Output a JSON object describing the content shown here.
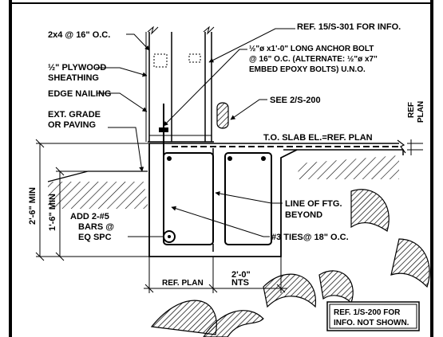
{
  "labels": {
    "stud": "2x4 @ 16\" O.C.",
    "ref_info": "REF. 15/S-301 FOR INFO.",
    "anchor_1": "½\"ø x1'-0\" LONG ANCHOR BOLT",
    "anchor_2": "@ 16\" O.C. (ALTERNATE: ½\"ø x7\"",
    "anchor_3": "EMBED EPOXY BOLTS) U.N.O.",
    "plywood_1": "½\" PLYWOOD",
    "plywood_2": "SHEATHING",
    "edge_nailing": "EDGE NAILING",
    "see_detail": "SEE 2/S-200",
    "ref_plan_side_1": "REF",
    "ref_plan_side_2": "PLAN",
    "grade_1": "EXT. GRADE",
    "grade_2": "OR PAVING",
    "slab_el": "T.O. SLAB EL.=REF. PLAN",
    "dim_2_6": "2'-6\" MIN",
    "dim_1_6": "1'-6\" MIN",
    "line_ftg_1": "LINE OF FTG.",
    "line_ftg_2": "BEYOND",
    "add_bars_1": "ADD 2-#5",
    "add_bars_2": "BARS @",
    "add_bars_3": "EQ SPC",
    "ties": "#3 TIES@ 18\" O.C.",
    "ref_plan_bottom": "REF. PLAN",
    "dim_2_0": "2'-0\"",
    "nts": "NTS",
    "note_1": "REF. 1/S-200 FOR",
    "note_2": "INFO. NOT SHOWN."
  },
  "colors": {
    "line": "#000000",
    "background": "#ffffff"
  }
}
